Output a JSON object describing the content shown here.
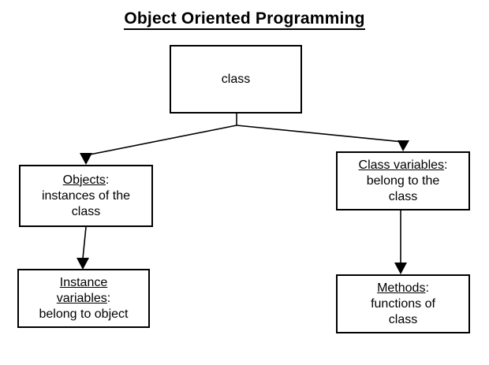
{
  "diagram": {
    "title": "Object Oriented Programming",
    "type": "flowchart",
    "background_color": "#ffffff",
    "stroke_color": "#000000",
    "text_color": "#000000",
    "nodes": [
      {
        "id": "class",
        "heading": "",
        "lines": [
          "class"
        ],
        "full_text": "class"
      },
      {
        "id": "objects",
        "heading": "Objects",
        "heading_suffix": ":",
        "lines": [
          "instances of the",
          "class"
        ],
        "full_text": "Objects: instances of the class"
      },
      {
        "id": "class-variables",
        "heading": "Class variables",
        "heading_suffix": ":",
        "lines": [
          "belong to the",
          "class"
        ],
        "full_text": "Class variables: belong to the class"
      },
      {
        "id": "instance-variables",
        "heading_line1": "Instance",
        "heading_line2": "variables",
        "heading_suffix": ":",
        "lines": [
          "belong to object"
        ],
        "full_text": "Instance variables: belong to object"
      },
      {
        "id": "methods",
        "heading": "Methods",
        "heading_suffix": ":",
        "lines": [
          "functions of",
          "class"
        ],
        "full_text": "Methods: functions of class"
      }
    ],
    "edges": [
      {
        "id": "class-to-objects",
        "from": "class",
        "to": "objects",
        "arrow": "down"
      },
      {
        "id": "class-to-class-variables",
        "from": "class",
        "to": "class-variables",
        "arrow": "down"
      },
      {
        "id": "objects-to-instance-variables",
        "from": "objects",
        "to": "instance-variables",
        "arrow": "down"
      },
      {
        "id": "class-variables-to-methods",
        "from": "class-variables",
        "to": "methods",
        "arrow": "down"
      }
    ]
  }
}
